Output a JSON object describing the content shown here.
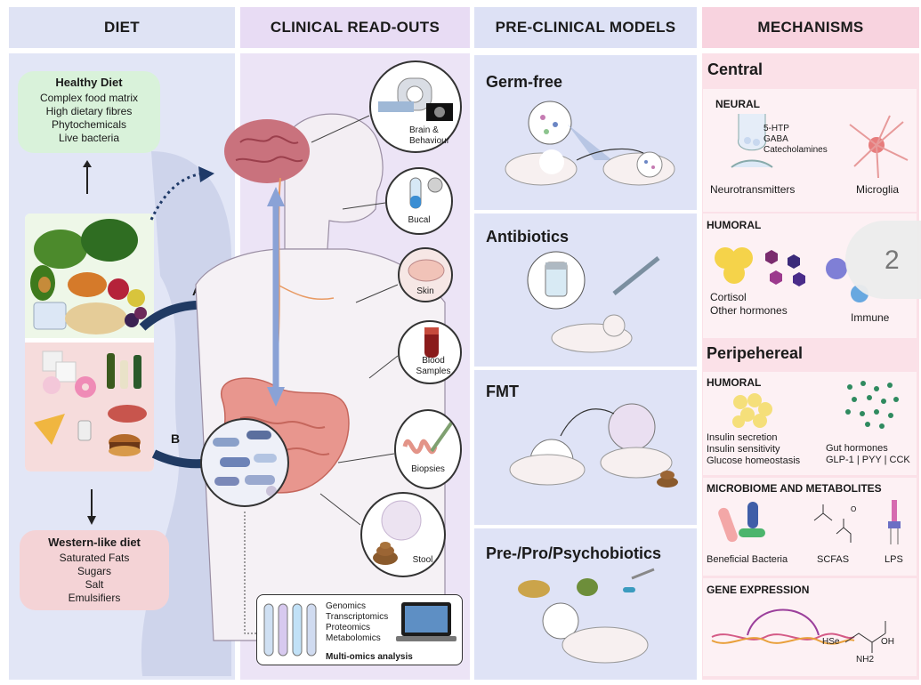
{
  "headers": {
    "diet": "DIET",
    "clinical": "CLINICAL READ-OUTS",
    "preclinical": "PRE-CLINICAL MODELS",
    "mechanisms": "MECHANISMS"
  },
  "diet": {
    "healthy": {
      "title": "Healthy Diet",
      "items": [
        "Complex food matrix",
        "High dietary fibres",
        "Phytochemicals",
        "Live bacteria"
      ]
    },
    "western": {
      "title": "Western-like diet",
      "items": [
        "Saturated Fats",
        "Sugars",
        "Salt",
        "Emulsifiers"
      ]
    },
    "path_a": "A",
    "path_b": "B"
  },
  "clinical": {
    "readouts": [
      "Brain & Behaviour",
      "Bucal",
      "Skin",
      "Blood Samples",
      "Biopsies",
      "Stool"
    ],
    "omics": [
      "Genomics",
      "Transcriptomics",
      "Proteomics",
      "Metabolomics"
    ],
    "omics_title": "Multi-omics analysis"
  },
  "preclinical": {
    "models": [
      "Germ-free",
      "Antibiotics",
      "FMT",
      "Pre-/Pro/Psychobiotics"
    ]
  },
  "mechanisms": {
    "central": "Central",
    "neural": "NEURAL",
    "neurochem": [
      "5-HTP",
      "GABA",
      "Catecholamines"
    ],
    "neurotransmitters": "Neurotransmitters",
    "microglia": "Microglia",
    "humoral": "HUMORAL",
    "cortisol": "Cortisol",
    "other_hormones": "Other hormones",
    "immune": "Immune",
    "badge": "2",
    "peripheral": "Peripehereal",
    "humoral2": "HUMORAL",
    "insulin": [
      "Insulin secretion",
      "Insulin sensitivity",
      "Glucose homeostasis"
    ],
    "gut_hormones": [
      "Gut hormones",
      "GLP-1 | PYY | CCK"
    ],
    "microbiome": "MICROBIOME AND METABOLITES",
    "beneficial": "Beneficial Bacteria",
    "scfas": "SCFAS",
    "lps": "LPS",
    "gene_expr": "GENE EXPRESSION",
    "hse": "HSe",
    "nh2": "NH2",
    "oh": "OH"
  },
  "colors": {
    "diet_bg": "#e2e6f6",
    "clinical_bg": "#ece4f6",
    "preclinical_bg": "#dfe3f6",
    "mech_bg": "#fbe1e8",
    "header_diet": "#dfe3f4",
    "header_clinical": "#e8dcf4",
    "header_pre": "#dde1f5",
    "header_mech": "#f8d3df",
    "arrow_blue": "#203a63"
  }
}
